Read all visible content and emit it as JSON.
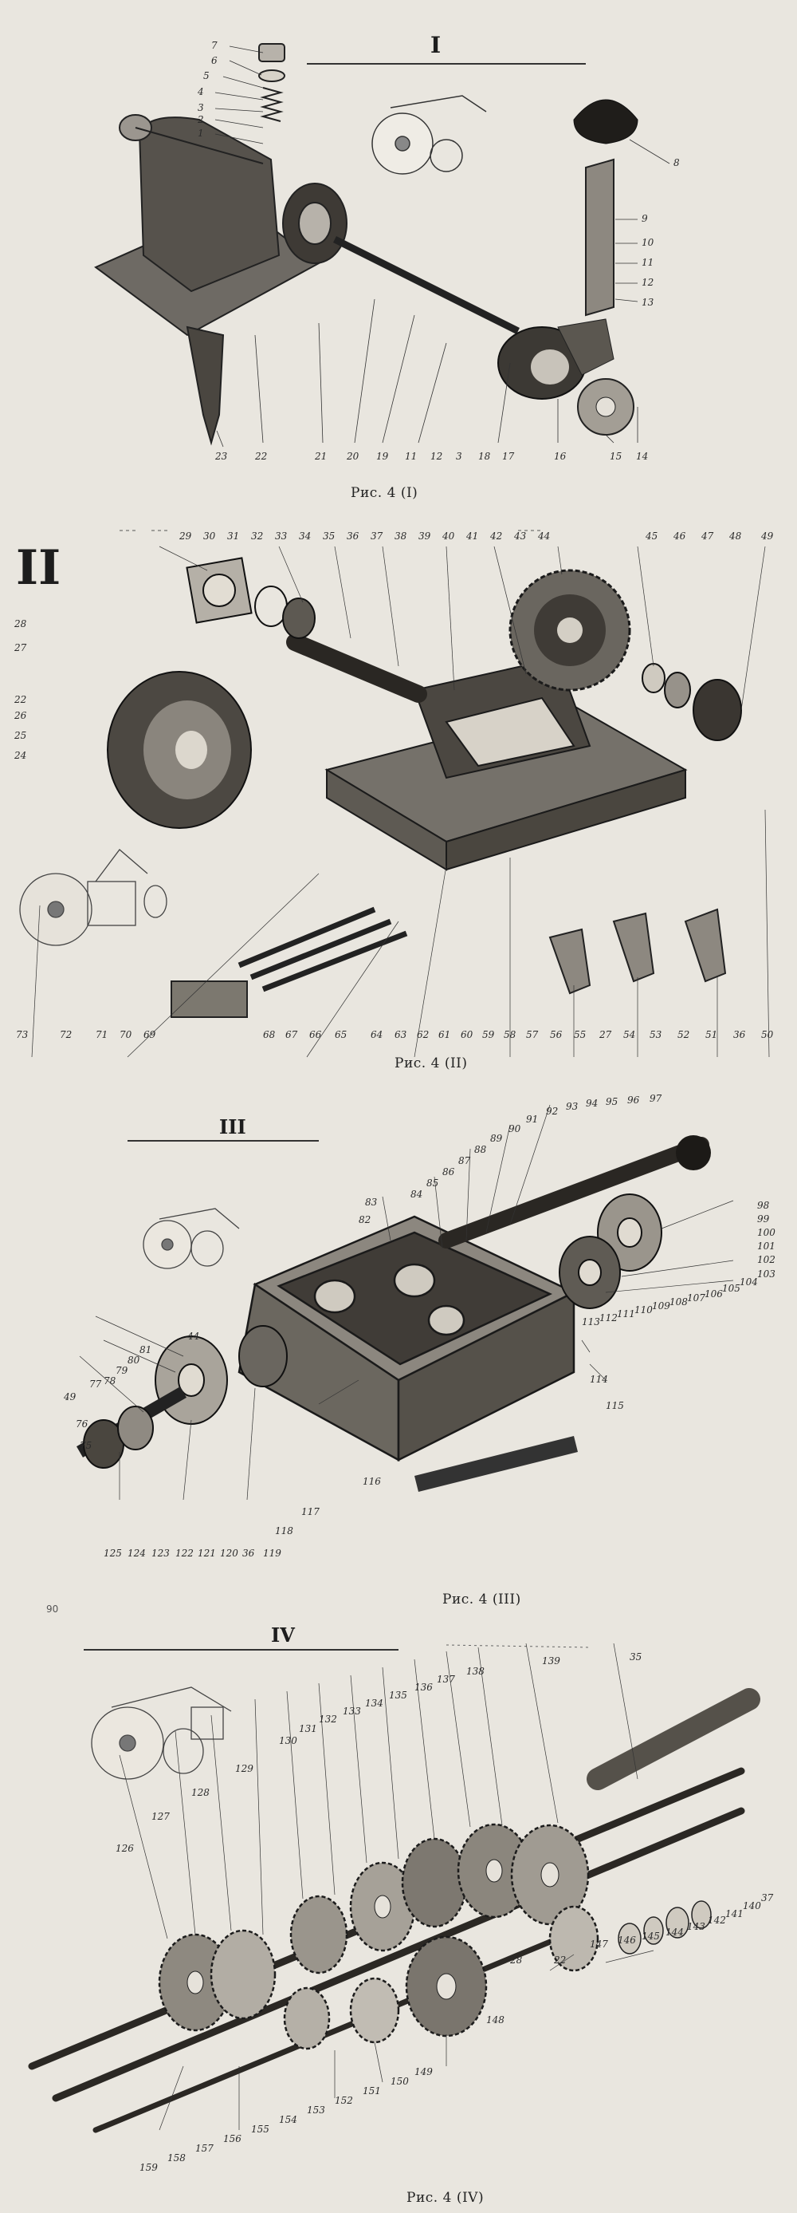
{
  "sections": [
    {
      "numeral": "I",
      "caption": "Рис. 4 (I)",
      "callouts": [
        "7",
        "6",
        "5",
        "4",
        "3",
        "2",
        "1",
        "8",
        "9",
        "10",
        "11",
        "12",
        "13",
        "23",
        "22",
        "21",
        "20",
        "19",
        "11",
        "12",
        "3",
        "18",
        "17",
        "16",
        "15",
        "14"
      ]
    },
    {
      "numeral": "II",
      "caption": "Рис. 4 (II)",
      "callouts": [
        "29",
        "30",
        "31",
        "32",
        "33",
        "34",
        "35",
        "36",
        "37",
        "38",
        "39",
        "40",
        "41",
        "42",
        "43",
        "44",
        "45",
        "46",
        "47",
        "48",
        "49",
        "28",
        "27",
        "22",
        "26",
        "25",
        "24",
        "73",
        "72",
        "71",
        "70",
        "69",
        "68",
        "67",
        "66",
        "65",
        "64",
        "63",
        "62",
        "61",
        "60",
        "59",
        "58",
        "57",
        "56",
        "55",
        "27",
        "54",
        "53",
        "52",
        "51",
        "36",
        "50"
      ]
    },
    {
      "numeral": "III",
      "caption": "Рис. 4 (III)",
      "page_marker": "90",
      "callouts": [
        "97",
        "96",
        "95",
        "94",
        "93",
        "92",
        "91",
        "90",
        "89",
        "88",
        "87",
        "86",
        "85",
        "84",
        "83",
        "82",
        "44",
        "81",
        "80",
        "79",
        "78",
        "77",
        "49",
        "76",
        "75",
        "125",
        "124",
        "123",
        "122",
        "121",
        "120",
        "36",
        "119",
        "118",
        "117",
        "116",
        "115",
        "114",
        "113",
        "112",
        "111",
        "110",
        "109",
        "108",
        "107",
        "106",
        "105",
        "104",
        "103",
        "102",
        "101",
        "100",
        "99",
        "98"
      ]
    },
    {
      "numeral": "IV",
      "caption": "Рис. 4 (IV)",
      "callouts": [
        "139",
        "138",
        "137",
        "136",
        "135",
        "134",
        "133",
        "132",
        "131",
        "130",
        "129",
        "128",
        "127",
        "126",
        "35",
        "147",
        "146",
        "145",
        "144",
        "143",
        "142",
        "141",
        "140",
        "37",
        "28",
        "22",
        "148",
        "149",
        "150",
        "151",
        "152",
        "153",
        "154",
        "155",
        "156",
        "157",
        "158",
        "159"
      ]
    }
  ]
}
